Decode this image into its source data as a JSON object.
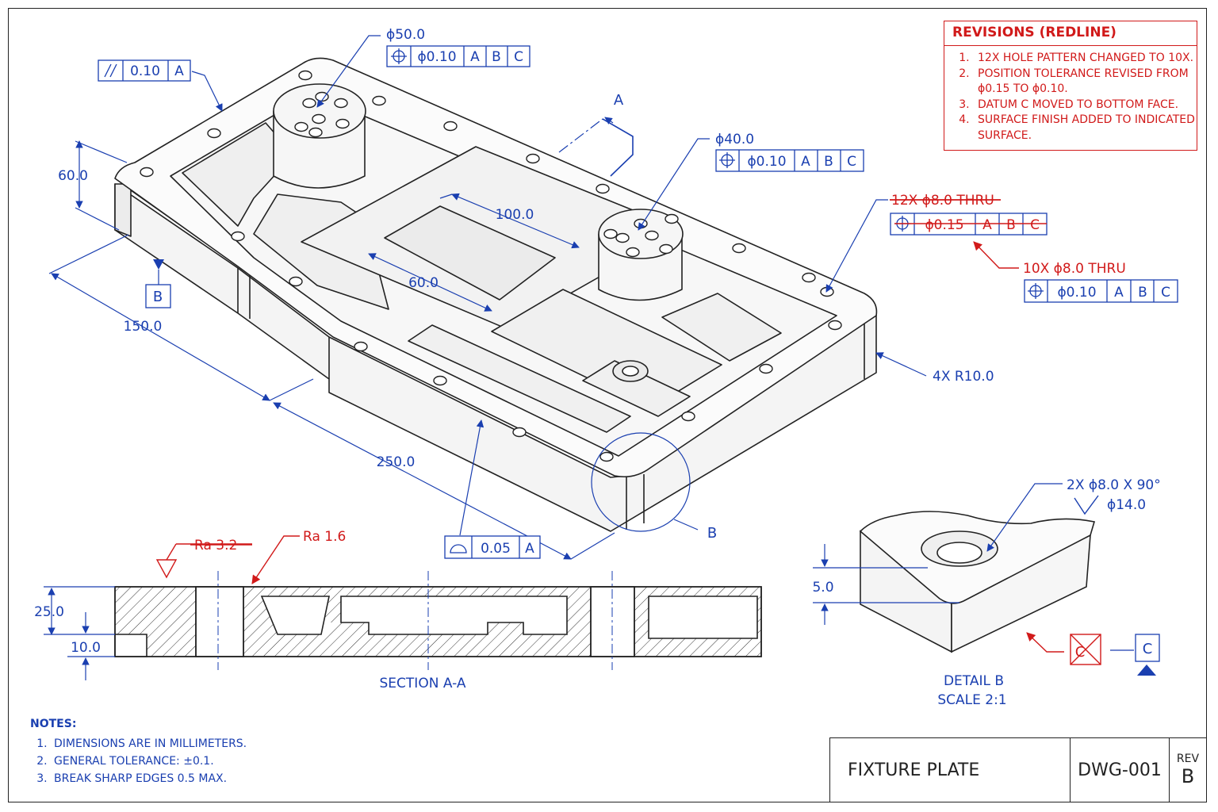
{
  "title_block": {
    "title": "FIXTURE PLATE",
    "drawing_number": "DWG-001",
    "rev_label": "REV",
    "rev_value": "B"
  },
  "revisions": {
    "title": "REVISIONS (REDLINE)",
    "items": [
      "12X HOLE PATTERN CHANGED TO 10X.",
      "POSITION TOLERANCE REVISED FROM ϕ0.15 TO ϕ0.10.",
      "DATUM C MOVED TO BOTTOM FACE.",
      "SURFACE FINISH ADDED TO INDICATED SURFACE."
    ]
  },
  "notes": {
    "title": "NOTES:",
    "items": [
      "DIMENSIONS ARE IN MILLIMETERS.",
      "GENERAL TOLERANCE: ±0.1.",
      "BREAK SHARP EDGES 0.5 MAX."
    ]
  },
  "dimensions": {
    "height": "60.0",
    "width": "150.0",
    "length": "250.0",
    "pocket_length": "100.0",
    "pocket_width": "60.0",
    "corner_radius": "4X  R10.0",
    "boss1_dia": "ϕ50.0",
    "boss2_dia": "ϕ40.0",
    "section_depth": "25.0",
    "section_step": "10.0",
    "detail_depth": "5.0"
  },
  "fcf": {
    "parallel": {
      "value": "0.10",
      "datum": "A"
    },
    "boss1": {
      "value": "ϕ0.10",
      "datums": [
        "A",
        "B",
        "C"
      ]
    },
    "boss2": {
      "value": "ϕ0.10",
      "datums": [
        "A",
        "B",
        "C"
      ]
    },
    "holes_old": {
      "value": "ϕ0.15",
      "datums": [
        "A",
        "B",
        "C"
      ]
    },
    "holes_new": {
      "value": "ϕ0.10",
      "datums": [
        "A",
        "B",
        "C"
      ]
    },
    "flatness": {
      "value": "0.05",
      "datum": "A"
    }
  },
  "hole_callouts": {
    "old": "12X ϕ8.0 THRU",
    "new": "10X ϕ8.0 THRU"
  },
  "datums": {
    "a": "A",
    "b": "B",
    "c": "C",
    "c_old": "C"
  },
  "surface_finish": {
    "old": "Ra 3.2",
    "new": "Ra 1.6"
  },
  "section": {
    "label": "SECTION A-A"
  },
  "detail": {
    "label": "DETAIL B",
    "scale": "SCALE 2:1",
    "callout": "B",
    "countersink": "2X ϕ8.0 X 90°",
    "countersink_dia": "ϕ14.0"
  },
  "colors": {
    "annotation": "#1a3fb0",
    "redline": "#d11a1a",
    "outline": "#222222"
  }
}
